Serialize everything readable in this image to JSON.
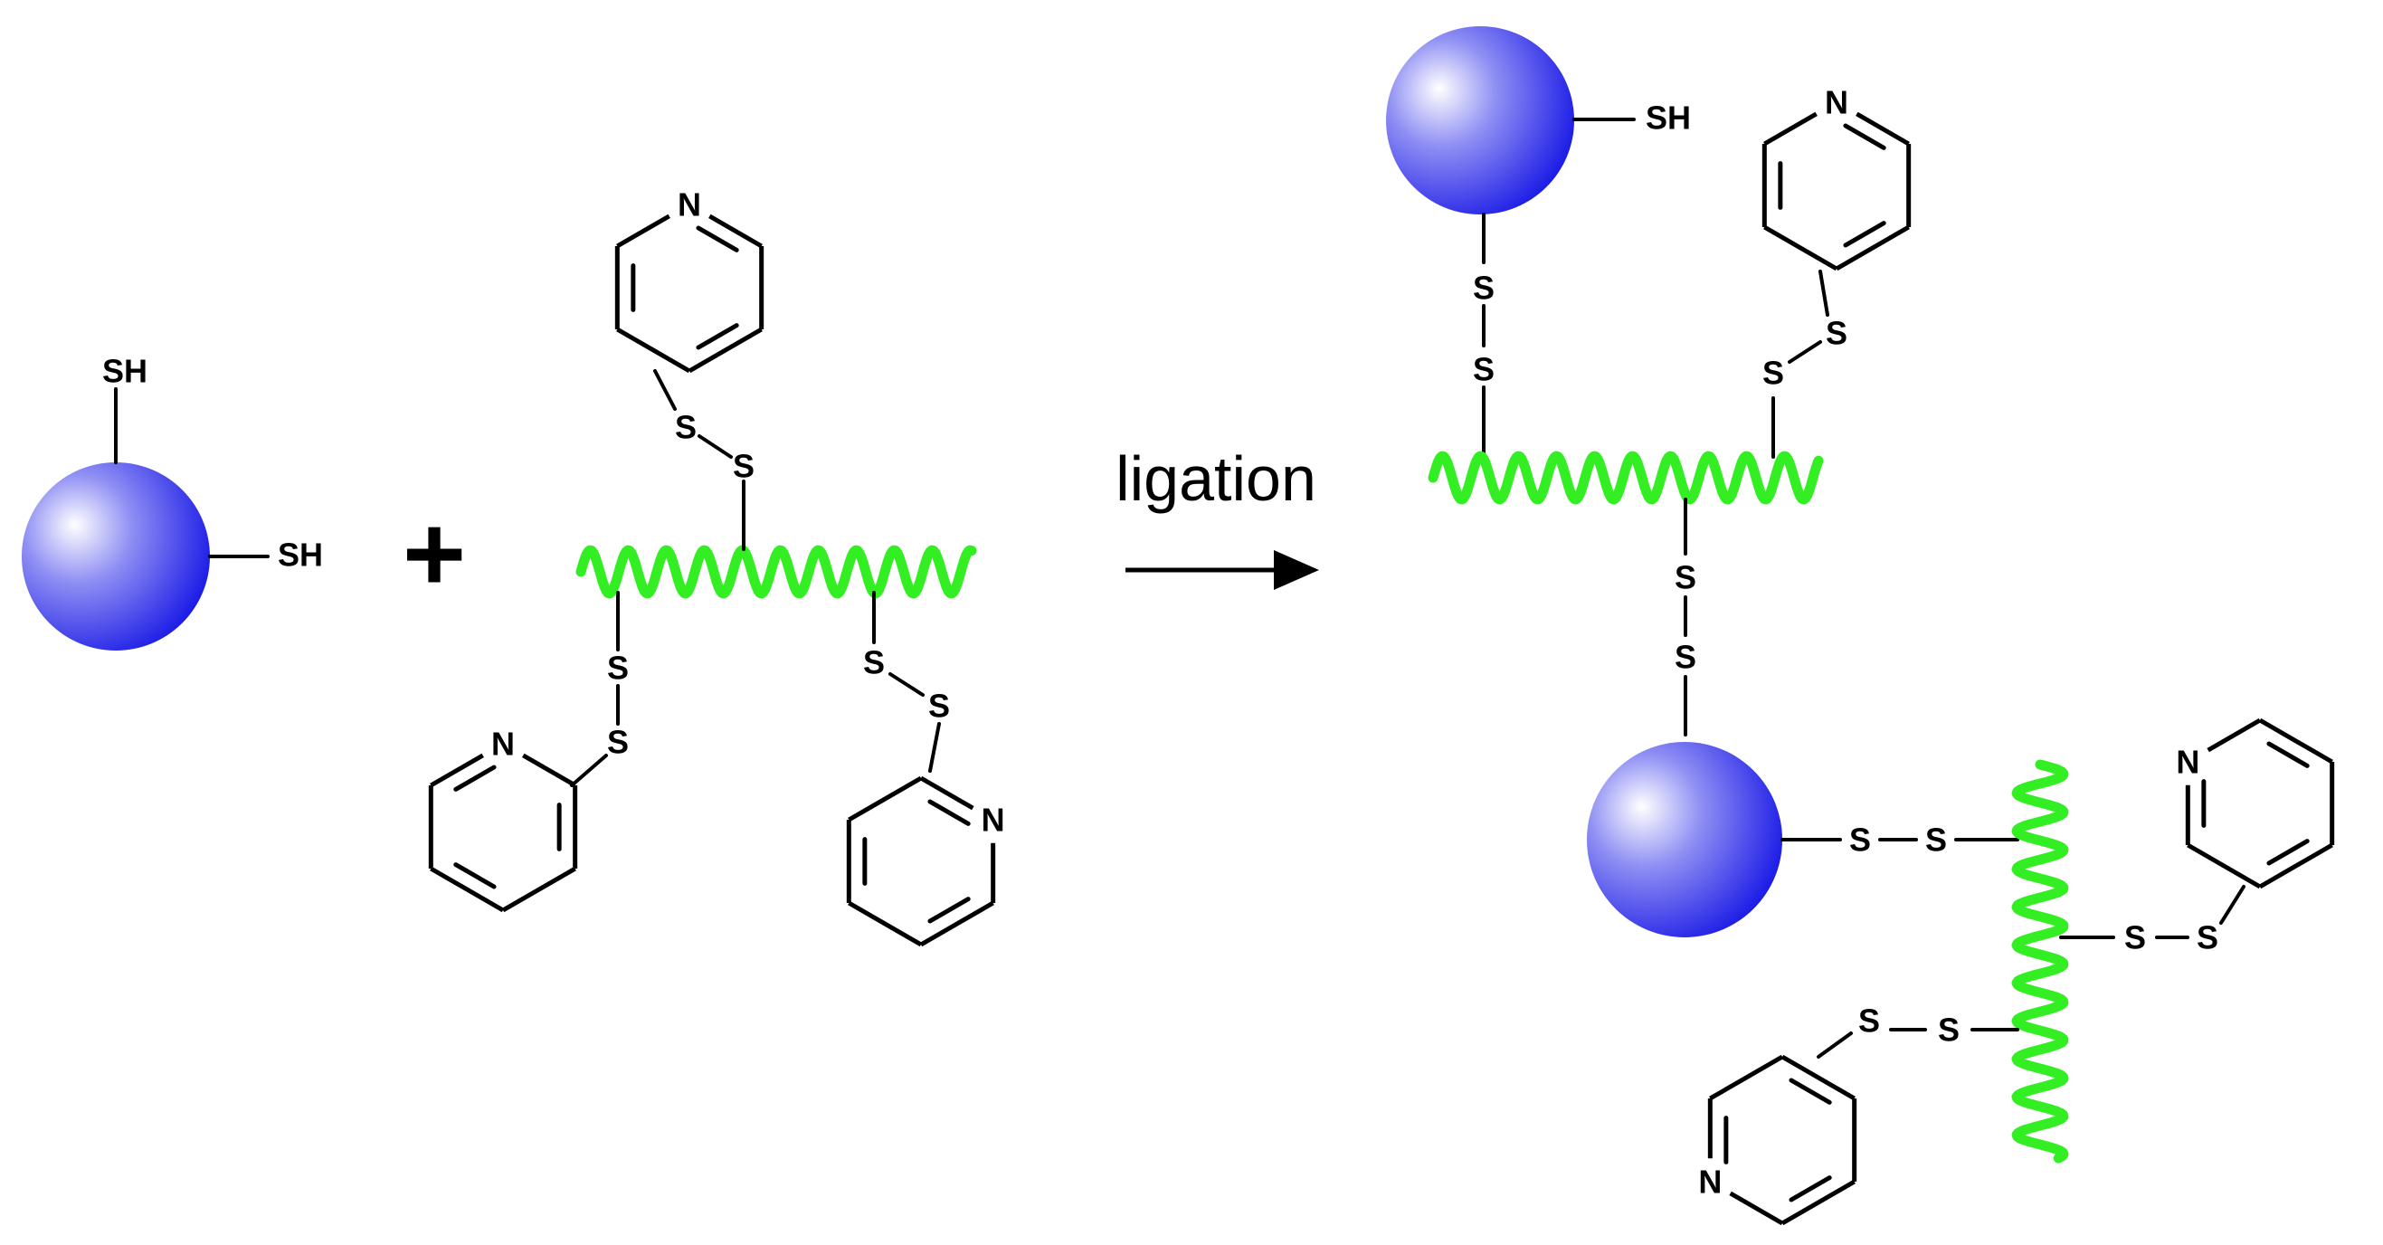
{
  "diagram": {
    "reaction_label": "ligation",
    "plus_sign": "+",
    "atom_labels": {
      "thiol": "SH",
      "sulfur": "S",
      "nitrogen": "N"
    },
    "colors": {
      "sphere_fill": "#1a1ae6",
      "sphere_highlight": "#ffffff",
      "polymer_chain": "#33ee22",
      "bond": "#000000"
    },
    "icons": {
      "particle": "blue-sphere",
      "polymer": "green-spring-chain",
      "pyridine": "pyridine-ring"
    }
  }
}
